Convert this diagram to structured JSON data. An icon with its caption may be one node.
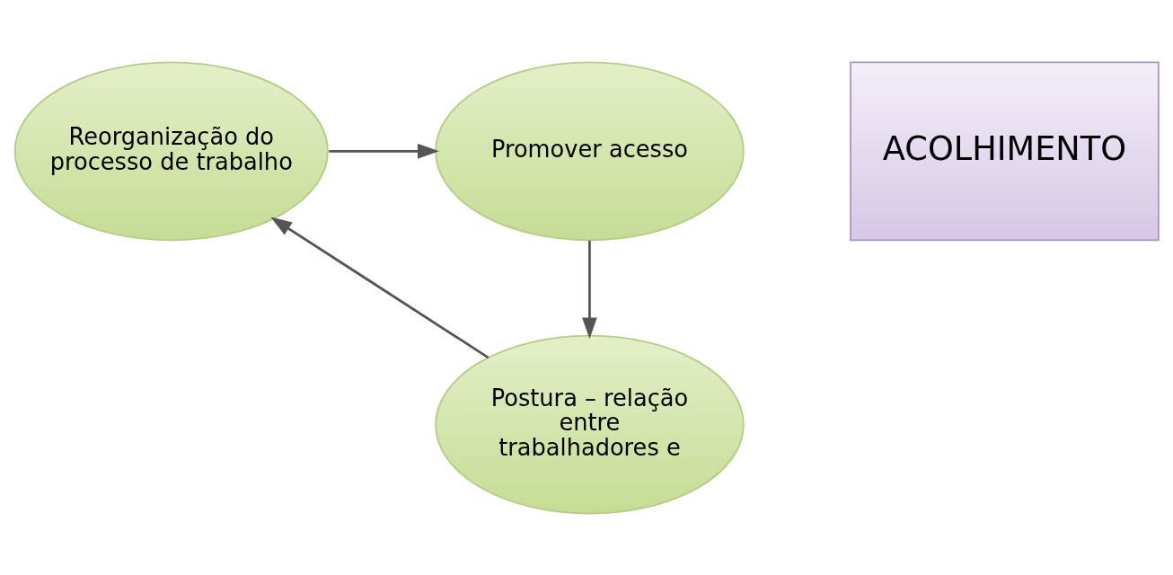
{
  "diagram": {
    "nodes": [
      {
        "text": [
          "Reorganização do processo de trabalho"
        ]
      },
      {
        "text": [
          "Promover acesso"
        ]
      },
      {
        "text": [
          "Postura – relação entre trabalhadores e"
        ]
      },
      {
        "text": [
          "ACOLHIMENTO"
        ]
      }
    ],
    "edges": [
      {
        "from": 0,
        "to": 1,
        "arrow": "to"
      },
      {
        "from": 1,
        "to": 2,
        "arrow": "to"
      },
      {
        "from": 2,
        "to": 0,
        "arrow": "to"
      }
    ]
  }
}
